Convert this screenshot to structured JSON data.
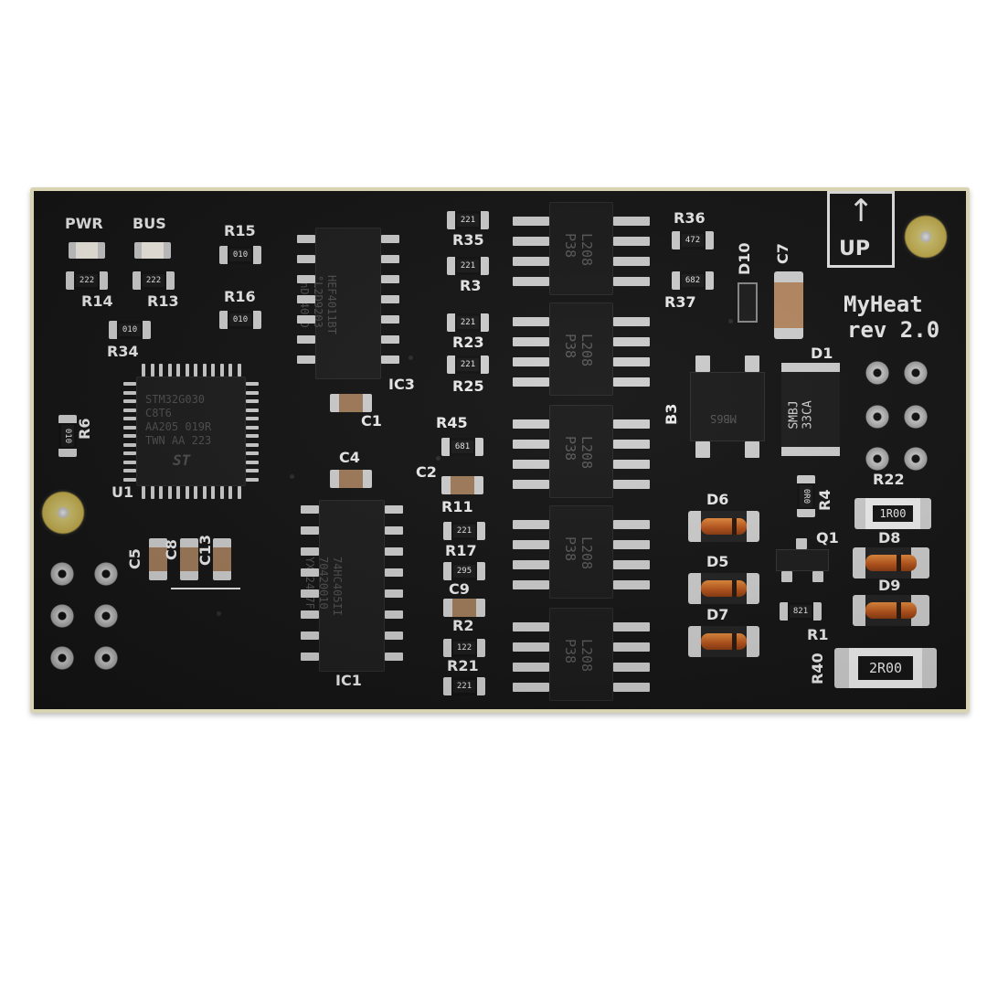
{
  "board": {
    "brand_line1": "MyHeat",
    "brand_line2": "rev 2.0",
    "up_label": "UP",
    "up_arrow": "↑",
    "labels": {
      "pwr": "PWR",
      "bus": "BUS",
      "r15": "R15",
      "r14": "R14",
      "r13": "R13",
      "r16": "R16",
      "r34": "R34",
      "r6": "R6",
      "u1": "U1",
      "ic3": "IC3",
      "c1": "C1",
      "c4": "C4",
      "c2": "C2",
      "ic1": "IC1",
      "c5": "C5",
      "c8": "C8",
      "c13": "C13",
      "r35": "R35",
      "r3": "R3",
      "r23": "R23",
      "r25": "R25",
      "r45": "R45",
      "r11": "R11",
      "r17": "R17",
      "c9": "C9",
      "r2": "R2",
      "r21": "R21",
      "r36": "R36",
      "r37": "R37",
      "d10": "D10",
      "c7": "C7",
      "d1": "D1",
      "b3": "B3",
      "r22": "R22",
      "r4": "R4",
      "d6": "D6",
      "d5": "D5",
      "d7": "D7",
      "q1": "Q1",
      "d8": "D8",
      "d9": "D9",
      "r1": "R1",
      "r40": "R40"
    },
    "chip_marks": {
      "u1": "STM32G030\nC8T6\nAA205 019R\nTWN AA 223",
      "u1_logo": "ST",
      "ic3": "HEF4011BT\n°L2D9203\nUnD2408D",
      "ic1": "74HC405II\n70420010\nYXD2427F",
      "opto": "L208\nP38",
      "b3": "MB6S",
      "d1": "SMBJ\n33CA"
    },
    "resistor_codes": {
      "r15": "010",
      "r16": "010",
      "r14": "222",
      "r13": "222",
      "r34": "010",
      "r6": "010",
      "r35": "221",
      "r3": "221",
      "r23": "221",
      "r25": "221",
      "r45": "681",
      "r11": "221",
      "r17": "295",
      "r2": "122",
      "r21": "221",
      "r36": "472",
      "r37": "682",
      "r4": "0R0",
      "r1": "821",
      "r22": "1R00",
      "r40": "2R00"
    }
  }
}
